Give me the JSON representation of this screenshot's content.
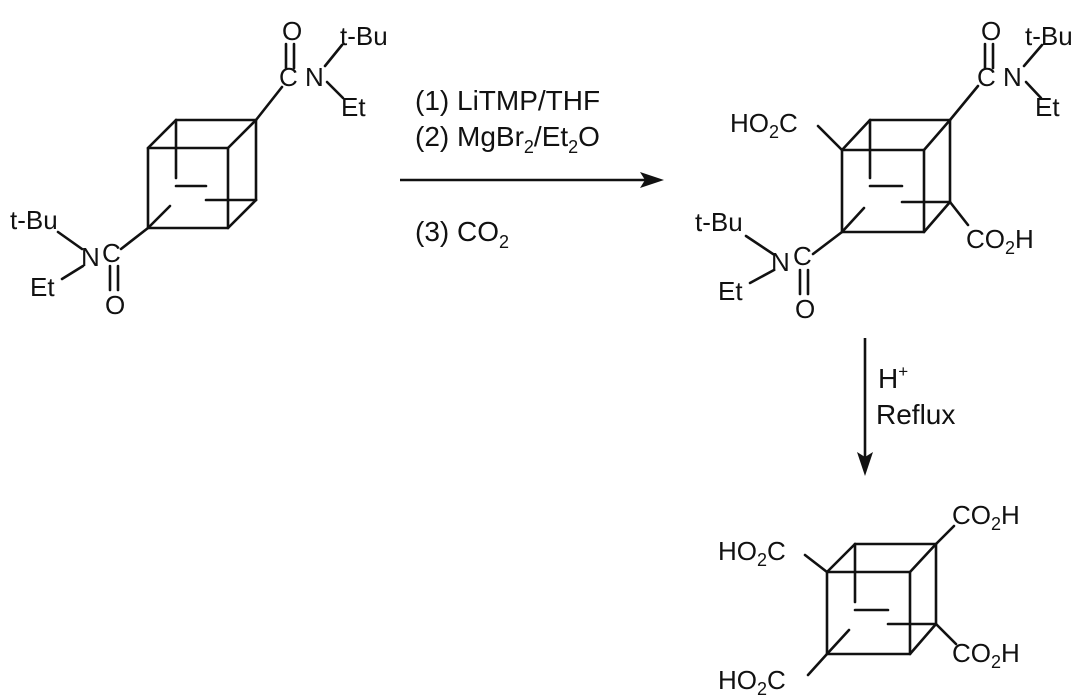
{
  "colors": {
    "ink": "#111111",
    "background": "#ffffff"
  },
  "reactant": {
    "amide_top": {
      "O": "O",
      "C": "C",
      "N": "N",
      "tBu": "t-Bu",
      "Et": "Et"
    },
    "amide_bottom": {
      "O": "O",
      "C": "C",
      "N": "N",
      "tBu": "t-Bu",
      "Et": "Et"
    }
  },
  "step1": {
    "conditions": {
      "line1": "(1)  LiTMP/THF",
      "line2_prefix": "(2)  MgBr",
      "line2_sub1": "2",
      "line2_mid": "/Et",
      "line2_sub2": "2",
      "line2_suffix": "O",
      "line3_prefix": "(3)  CO",
      "line3_sub": "2"
    }
  },
  "intermediate": {
    "amide_top": {
      "O": "O",
      "C": "C",
      "N": "N",
      "tBu": "t-Bu",
      "Et": "Et"
    },
    "amide_bottom": {
      "O": "O",
      "C": "C",
      "N": "N",
      "tBu": "t-Bu",
      "Et": "Et"
    },
    "acid_left": {
      "prefix": "HO",
      "sub": "2",
      "suffix": "C"
    },
    "acid_right": {
      "prefix": "CO",
      "sub": "2",
      "suffix": "H"
    }
  },
  "step2": {
    "conditions": {
      "line1": "H",
      "line1_sup": "+",
      "line2": "Reflux"
    }
  },
  "product": {
    "acid_top_left": {
      "prefix": "HO",
      "sub": "2",
      "suffix": "C"
    },
    "acid_top_right": {
      "prefix": "CO",
      "sub": "2",
      "suffix": "H"
    },
    "acid_bottom_right": {
      "prefix": "CO",
      "sub": "2",
      "suffix": "H"
    },
    "acid_bottom_left": {
      "prefix": "HO",
      "sub": "2",
      "suffix": "C"
    }
  }
}
